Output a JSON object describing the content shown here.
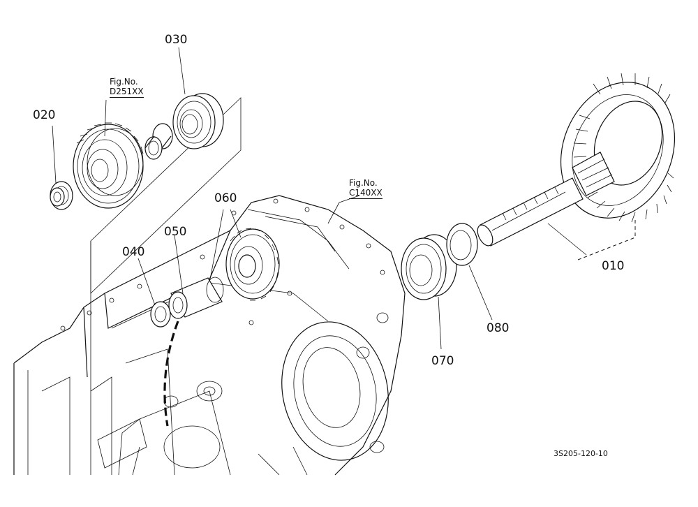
{
  "labels": {
    "p010": "010",
    "p020": "020",
    "p030": "030",
    "p040": "040",
    "p050": "050",
    "p060": "060",
    "p070": "070",
    "p080": "080"
  },
  "figrefs": {
    "fig1_caption": "Fig.No.",
    "fig1_number": "D251XX",
    "fig2_caption": "Fig.No.",
    "fig2_number": "C140XX"
  },
  "drawing_code": "3S205-120-10"
}
